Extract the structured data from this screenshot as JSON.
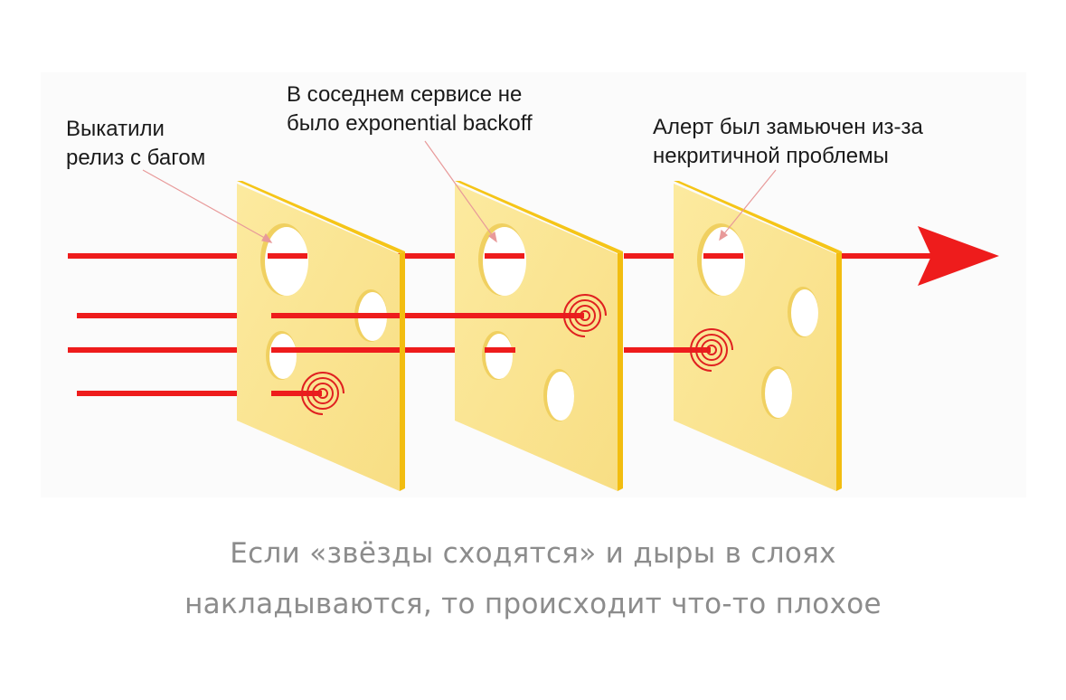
{
  "annotations": {
    "release_bug": [
      "Выкатили",
      "релиз с багом"
    ],
    "no_backoff": [
      "В соседнем сервисе не",
      "было exponential backoff"
    ],
    "alert_muted": [
      "Алерт был замьючен из-за",
      "некритичной проблемы"
    ]
  },
  "caption": [
    "Если «звёзды сходятся» и дыры в слоях",
    "накладываются, то происходит что-то плохое"
  ],
  "colors": {
    "cheese_face": "#fbe79a",
    "cheese_edge": "#f5c518",
    "hole": "#ffffff",
    "hole_shadow": "#f0d060",
    "arrow": "#ee1c1c",
    "annotation_text": "#1a1a1a",
    "caption_text": "#8c8c8c",
    "leader_line": "#e89a9a"
  },
  "icons": {
    "layer": "cheese-slice",
    "stop_marker": "spiral-icon",
    "direction": "arrowhead-icon"
  }
}
